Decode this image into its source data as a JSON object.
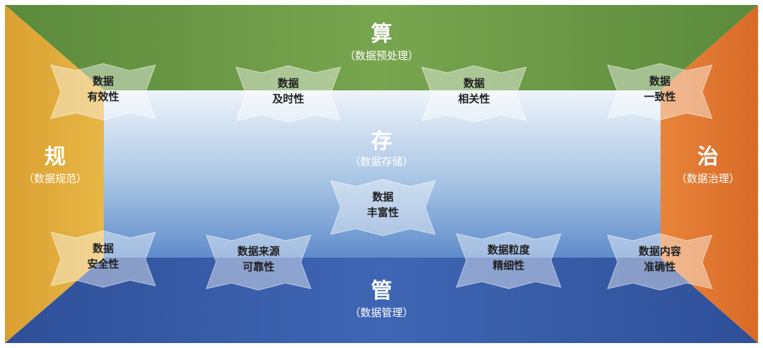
{
  "regions": {
    "top": {
      "title": "算",
      "subtitle": "（数据预处理）"
    },
    "middle": {
      "title": "存",
      "subtitle": "（数据存储）"
    },
    "bottom": {
      "title": "管",
      "subtitle": "（数据管理）"
    },
    "left": {
      "title": "规",
      "subtitle": "（数据规范）"
    },
    "right": {
      "title": "治",
      "subtitle": "（数据治理）"
    }
  },
  "ribbons": [
    {
      "line1": "数据",
      "line2": "有效性"
    },
    {
      "line1": "数据",
      "line2": "及时性"
    },
    {
      "line1": "数据",
      "line2": "相关性"
    },
    {
      "line1": "数据",
      "line2": "一致性"
    },
    {
      "line1": "数据",
      "line2": "丰富性"
    },
    {
      "line1": "数据",
      "line2": "安全性"
    },
    {
      "line1": "数据来源",
      "line2": "可靠性"
    },
    {
      "line1": "数据粒度",
      "line2": "精细性"
    },
    {
      "line1": "数据内容",
      "line2": "准确性"
    }
  ],
  "colors": {
    "top": "#6e9a45",
    "bottom": "#3a5ba5",
    "left": "#e0ab3a",
    "right": "#e0762f",
    "middle_light": "#dfeaf5",
    "middle_dark": "#6e9bd0"
  }
}
